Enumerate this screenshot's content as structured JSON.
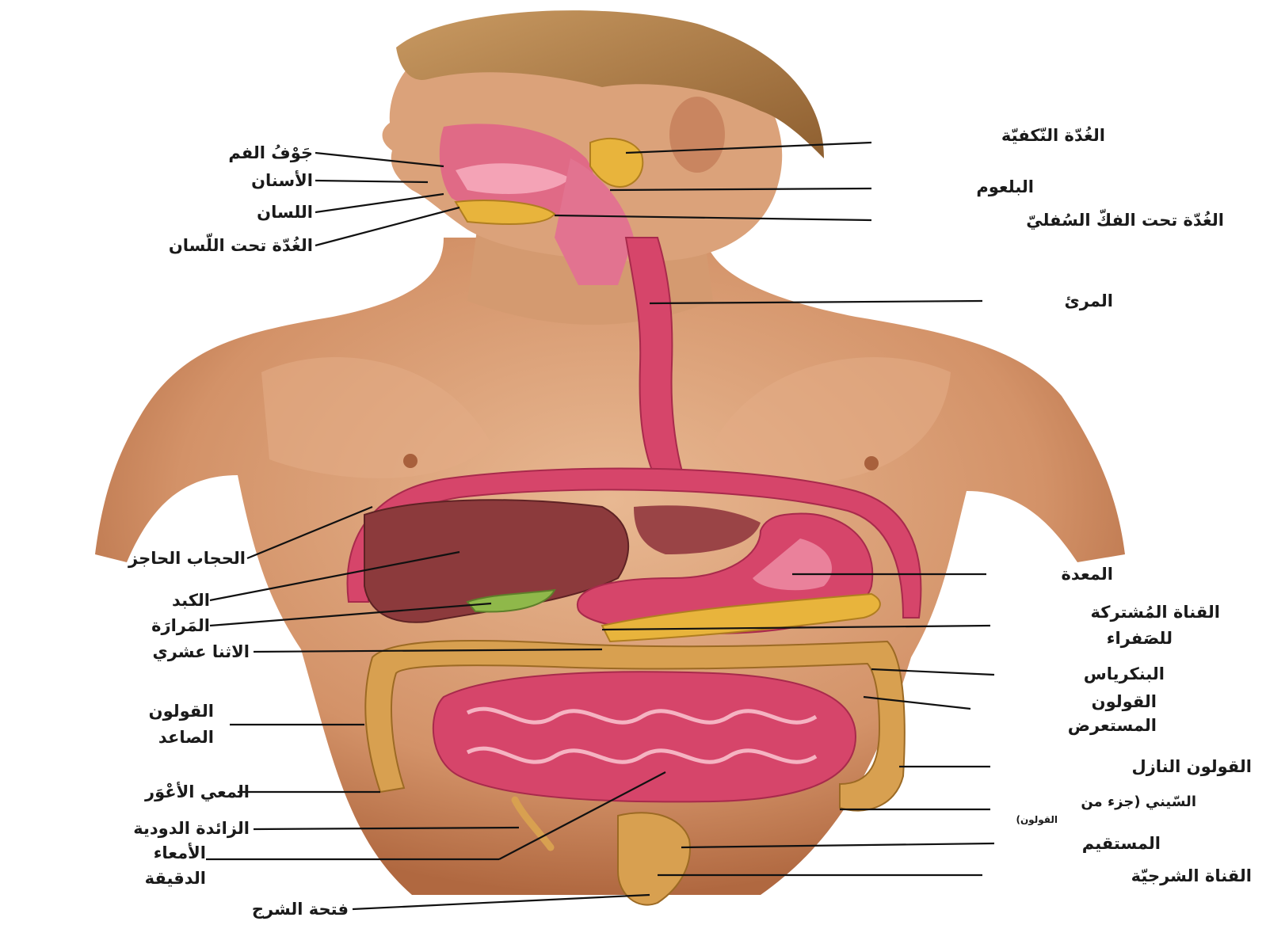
{
  "labels": {
    "mouth_cavity": "جَوْفُ الفم",
    "teeth": "الأسنان",
    "tongue": "اللسان",
    "sublingual_gland": "الغُدّة تحت اللّسان",
    "parotid_gland": "الغُدّة النّكفيّة",
    "pharynx": "البلعوم",
    "submandibular_gland": "الغُدّة تحت الفكّ السُفليّ",
    "esophagus": "المرئ",
    "diaphragm": "الحجاب الحاجز",
    "liver": "الكبد",
    "gallbladder": "المَرارَة",
    "duodenum": "الاثنا عشري",
    "ascending_colon_1": "القولون",
    "ascending_colon_2": "الصاعد",
    "cecum": "المعي الأعْوَر",
    "appendix": "الزائدة الدودية",
    "small_intestine_1": "الأمعاء",
    "small_intestine_2": "الدقيقة",
    "anus": "فتحة الشرج",
    "stomach": "المعدة",
    "common_bile_duct_1": "القناة المُشتركة",
    "common_bile_duct_2": "للصَفراء",
    "pancreas": "البنكرياس",
    "transverse_colon_1": "القولون",
    "transverse_colon_2": "المستعرض",
    "descending_colon": "القولون النازل",
    "sigmoid_1": "السّيني (جزء من",
    "sigmoid_2": "القولون)",
    "rectum": "المستقيم",
    "anal_canal": "القناة الشرجيّة"
  },
  "colors": {
    "skin": "#d9a27a",
    "skin_shadow": "#b87450",
    "hair": "#b5834e",
    "tract": "#d6456a",
    "tract_light": "#f29bb0",
    "liver": "#8c3a3c",
    "gland": "#e8b43c",
    "colon": "#d8a050",
    "gallbladder": "#8fb84a",
    "leader": "#111111"
  }
}
